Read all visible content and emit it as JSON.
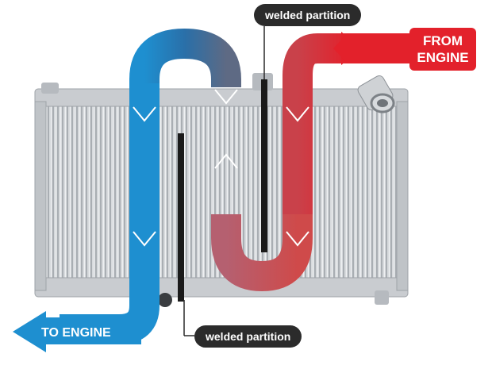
{
  "labels": {
    "partition_top": "welded partition",
    "partition_bottom": "welded partition",
    "from_engine_line1": "FROM",
    "from_engine_line2": "ENGINE",
    "to_engine": "TO ENGINE"
  },
  "colors": {
    "hot": "#e3212b",
    "cold": "#1e8fd0",
    "mixed": "#6a6f8a",
    "partition": "#1a1a1a",
    "label_bg": "#2b2b2b",
    "aluminum": "#c9ccd0"
  },
  "icons": {
    "flow_arrows": "chevron-down-icon",
    "outlet_arrow": "arrow-left-icon",
    "inlet_arrow": "arrow-left-icon"
  }
}
